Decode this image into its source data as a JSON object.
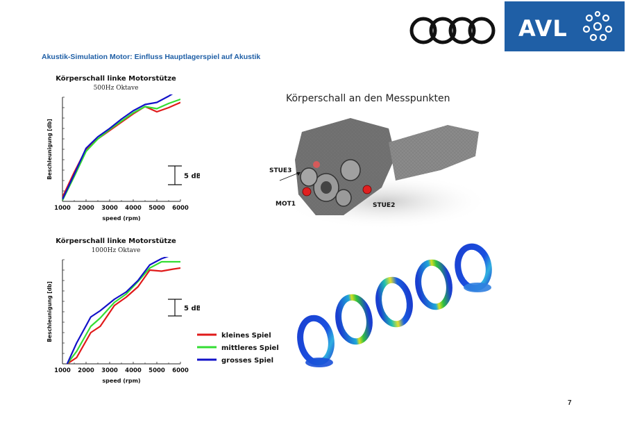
{
  "slide": {
    "title": "Akustik-Simulation Motor: Einfluss Hauptlagerspiel auf Akustik",
    "page_number": "7"
  },
  "logos": {
    "brand_right": "AVL"
  },
  "right_panel": {
    "title": "Körperschall an den Messpunkten",
    "points": [
      {
        "label": "STUE3",
        "color": "#d65a5a"
      },
      {
        "label": "MOT1",
        "color": "#e02020"
      },
      {
        "label": "STUE2",
        "color": "#e02020"
      }
    ]
  },
  "legend": {
    "items": [
      {
        "label": "kleines Spiel",
        "color": "#e01a1a"
      },
      {
        "label": "mittleres Spiel",
        "color": "#33dd33"
      },
      {
        "label": "grosses Spiel",
        "color": "#1212c8"
      }
    ]
  },
  "colors": {
    "accent": "#1f5fa6"
  },
  "chart_data": [
    {
      "type": "line",
      "title": "Körperschall linke Motorstütze",
      "subtitle": "500Hz Oktave",
      "xlabel": "speed (rpm)",
      "ylabel": "Beschleunigung [db]",
      "xlim": [
        1000,
        6000
      ],
      "ylim": [
        0,
        10
      ],
      "xticks": [
        "1000",
        "2000",
        "3000",
        "4000",
        "5000",
        "6000"
      ],
      "scale_label": "5 dB",
      "scale_range": [
        1.6,
        3.4
      ],
      "grid": false,
      "series": [
        {
          "name": "kleines Spiel",
          "color": "#e01a1a",
          "x": [
            1000,
            1500,
            2000,
            2500,
            3000,
            3500,
            4000,
            4500,
            5000,
            5500,
            6000
          ],
          "y": [
            0.4,
            2.8,
            5.0,
            6.0,
            6.8,
            7.6,
            8.4,
            9.1,
            8.6,
            9.0,
            9.5
          ]
        },
        {
          "name": "mittleres Spiel",
          "color": "#33dd33",
          "x": [
            1000,
            1500,
            2000,
            2500,
            3000,
            3500,
            4000,
            4500,
            5000,
            5500,
            6000
          ],
          "y": [
            0.1,
            2.4,
            4.8,
            6.0,
            6.9,
            7.7,
            8.5,
            9.1,
            8.9,
            9.4,
            9.8
          ]
        },
        {
          "name": "grosses Spiel",
          "color": "#1212c8",
          "x": [
            1000,
            1500,
            2000,
            2500,
            3000,
            3500,
            4000,
            4500,
            5000,
            5500,
            6000
          ],
          "y": [
            0.2,
            2.6,
            5.1,
            6.2,
            7.0,
            7.9,
            8.7,
            9.3,
            9.5,
            10.1,
            10.8
          ]
        }
      ]
    },
    {
      "type": "line",
      "title": "Körperschall linke Motorstütze",
      "subtitle": "1000Hz Oktave",
      "xlabel": "speed (rpm)",
      "ylabel": "Beschleunigung [db]",
      "xlim": [
        1000,
        6000
      ],
      "ylim": [
        0,
        10
      ],
      "xticks": [
        "1000",
        "2000",
        "3000",
        "4000",
        "5000",
        "6000"
      ],
      "scale_label": "5 dB",
      "scale_range": [
        4.6,
        6.2
      ],
      "grid": false,
      "series": [
        {
          "name": "kleines Spiel",
          "color": "#e01a1a",
          "x": [
            1200,
            1600,
            2200,
            2600,
            3200,
            3700,
            4200,
            4700,
            5200,
            5700,
            6000
          ],
          "y": [
            0.0,
            0.6,
            3.0,
            3.6,
            5.6,
            6.4,
            7.4,
            9.0,
            8.9,
            9.1,
            9.2
          ]
        },
        {
          "name": "mittleres Spiel",
          "color": "#33dd33",
          "x": [
            1200,
            1600,
            2200,
            2600,
            3200,
            3700,
            4200,
            4700,
            5200,
            5700,
            6000
          ],
          "y": [
            0.0,
            1.2,
            3.6,
            4.4,
            5.9,
            6.7,
            7.9,
            9.2,
            9.8,
            9.8,
            9.8
          ]
        },
        {
          "name": "grosses Spiel",
          "color": "#1212c8",
          "x": [
            1200,
            1600,
            2200,
            2600,
            3200,
            3700,
            4200,
            4700,
            5200,
            5700,
            6000
          ],
          "y": [
            0.0,
            2.0,
            4.5,
            5.1,
            6.2,
            6.9,
            8.0,
            9.5,
            10.1,
            10.5,
            11.0
          ]
        }
      ]
    }
  ]
}
